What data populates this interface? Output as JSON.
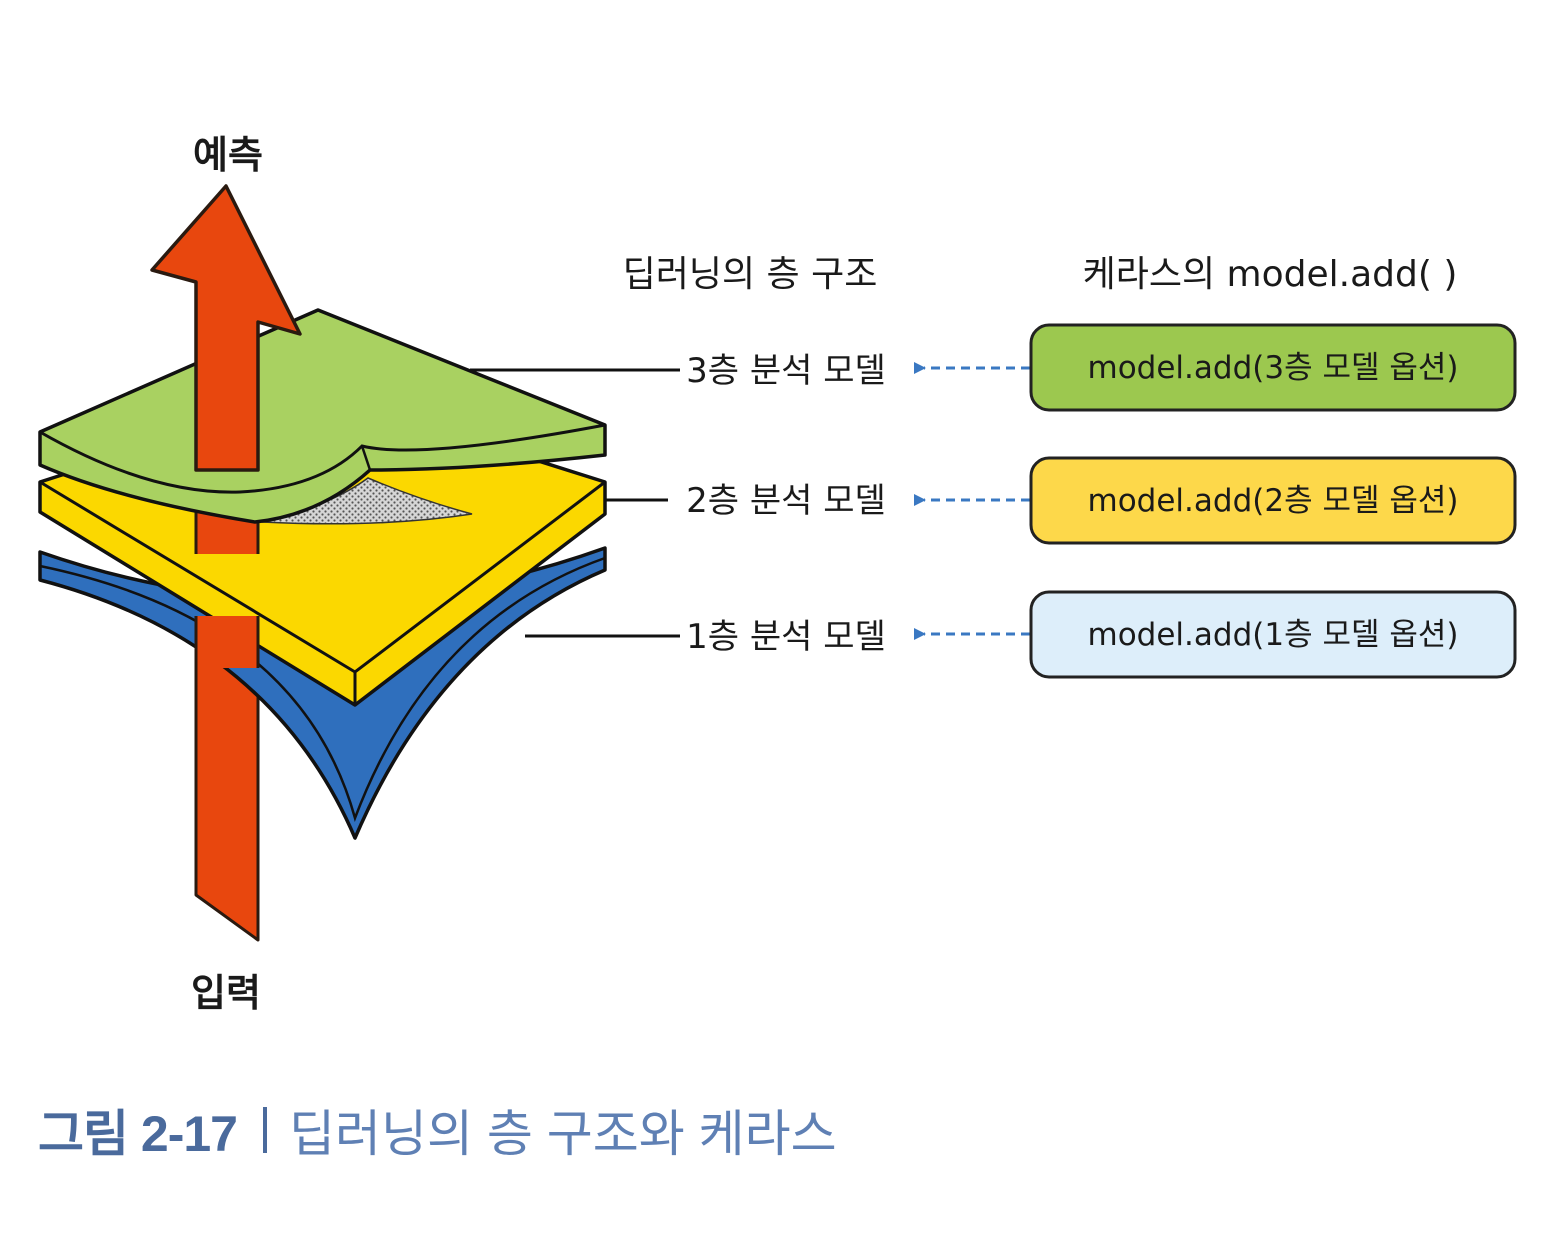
{
  "axis": {
    "top_label": "예측",
    "bottom_label": "입력"
  },
  "headers": {
    "layers": "딥러닝의 층 구조",
    "keras": "케라스의 model.add( )"
  },
  "layers": [
    {
      "label": "3층 분석 모델",
      "code": "model.add(3층 모델 옵션)",
      "fill": "#9cc84f"
    },
    {
      "label": "2층 분석 모델",
      "code": "model.add(2층 모델 옵션)",
      "fill": "#fdd84a"
    },
    {
      "label": "1층 분석 모델",
      "code": "model.add(1층 모델 옵션)",
      "fill": "#ddeefa"
    }
  ],
  "colors": {
    "arrow": "#e8470e",
    "layer_top": "#a9d161",
    "layer_mid": "#fbd800",
    "layer_bottom": "#2f6fbd",
    "connector": "#3a78c2",
    "caption": "#4a6a9c"
  },
  "caption": {
    "label": "그림 2-17",
    "text": "딥러닝의 층 구조와 케라스"
  }
}
